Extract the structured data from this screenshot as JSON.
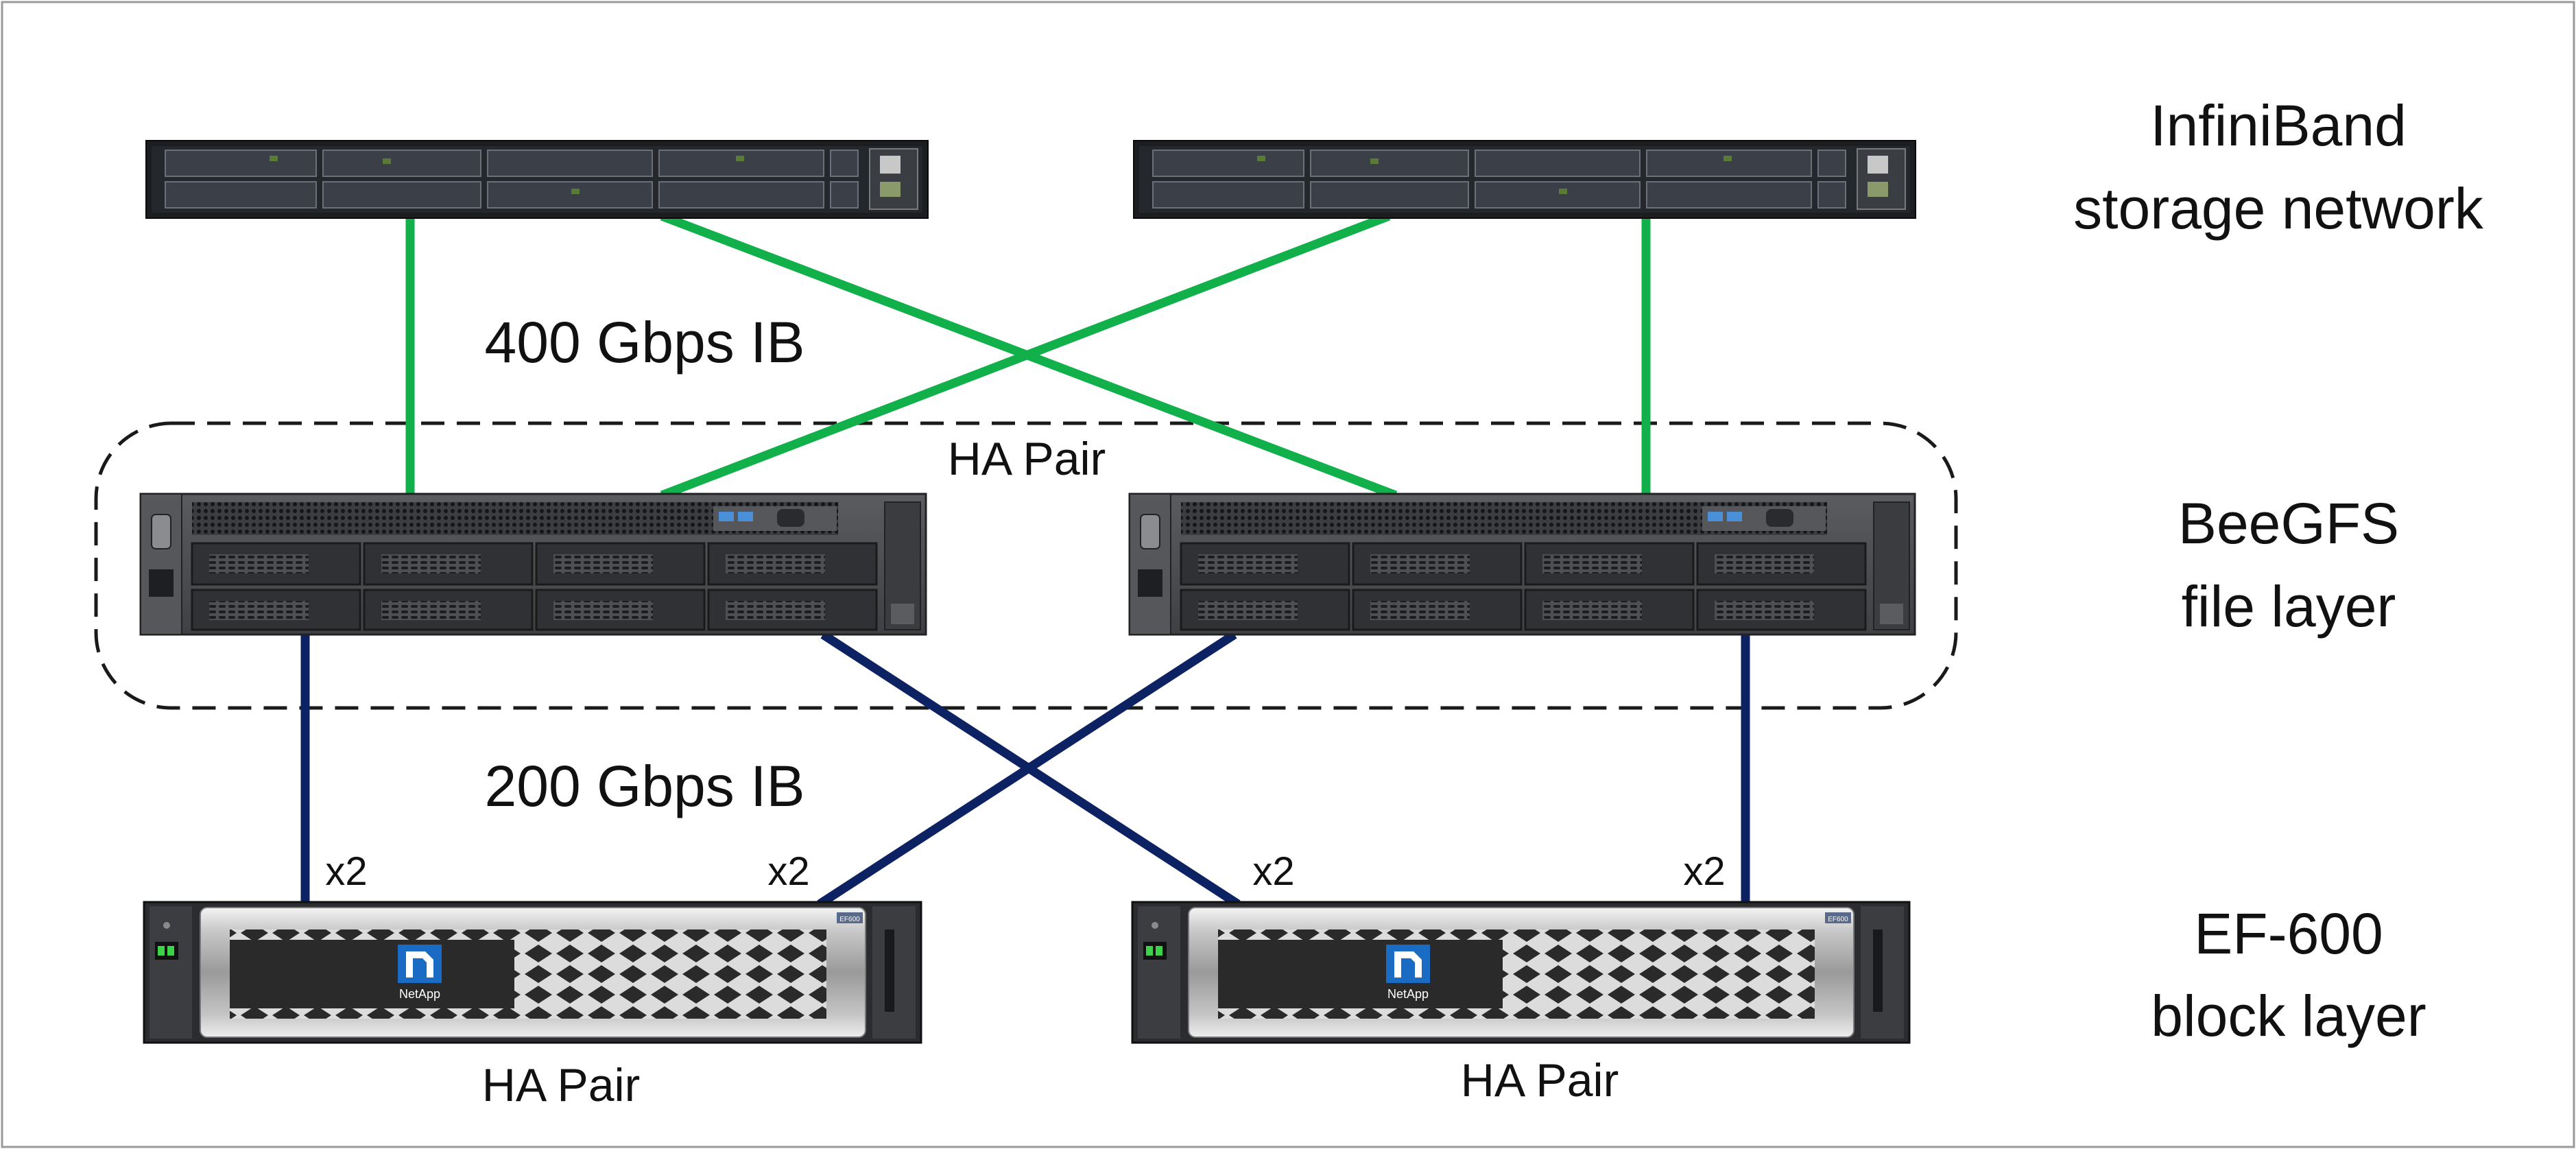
{
  "layers": {
    "network": {
      "line1": "InfiniBand",
      "line2": "storage network"
    },
    "file": {
      "line1": "BeeGFS",
      "line2": "file layer"
    },
    "block": {
      "line1": "EF-600",
      "line2": "block layer"
    }
  },
  "links": {
    "upper_speed": "400 Gbps IB",
    "lower_speed": "200 Gbps IB",
    "multiplier": "x2"
  },
  "groups": {
    "file_pair": "HA Pair",
    "block_pair_left": "HA Pair",
    "block_pair_right": "HA Pair"
  },
  "storage": {
    "brand": "NetApp",
    "model_badge": "EF600"
  },
  "colors": {
    "upper_links": "#11b04a",
    "lower_links": "#0d2262",
    "brand_blue": "#1a6bc4",
    "switch_body": "#1b1d20",
    "server_body": "#4a4c50"
  },
  "icons": {
    "switch": "infiniband-switch-icon",
    "server": "rack-server-icon",
    "storage": "storage-array-icon"
  }
}
